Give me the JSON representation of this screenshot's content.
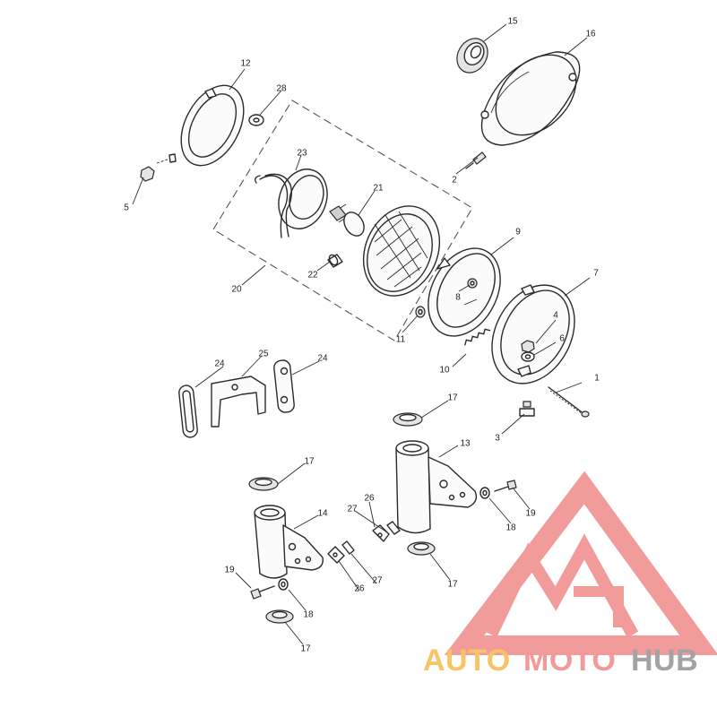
{
  "diagram": {
    "callouts": [
      "1",
      "2",
      "3",
      "4",
      "5",
      "6",
      "7",
      "8",
      "9",
      "10",
      "11",
      "12",
      "13",
      "14",
      "15",
      "16",
      "17",
      "18",
      "19",
      "20",
      "21",
      "22",
      "23",
      "24",
      "25",
      "26",
      "27",
      "28"
    ]
  },
  "watermark": {
    "auto": "AUTO",
    "moto": "MOTO",
    "hub": "HUB",
    "colors": {
      "auto": "#f5b53a",
      "moto": "#ef7d7d",
      "hub": "#8a8a8a",
      "logo": "#ef8080"
    }
  }
}
